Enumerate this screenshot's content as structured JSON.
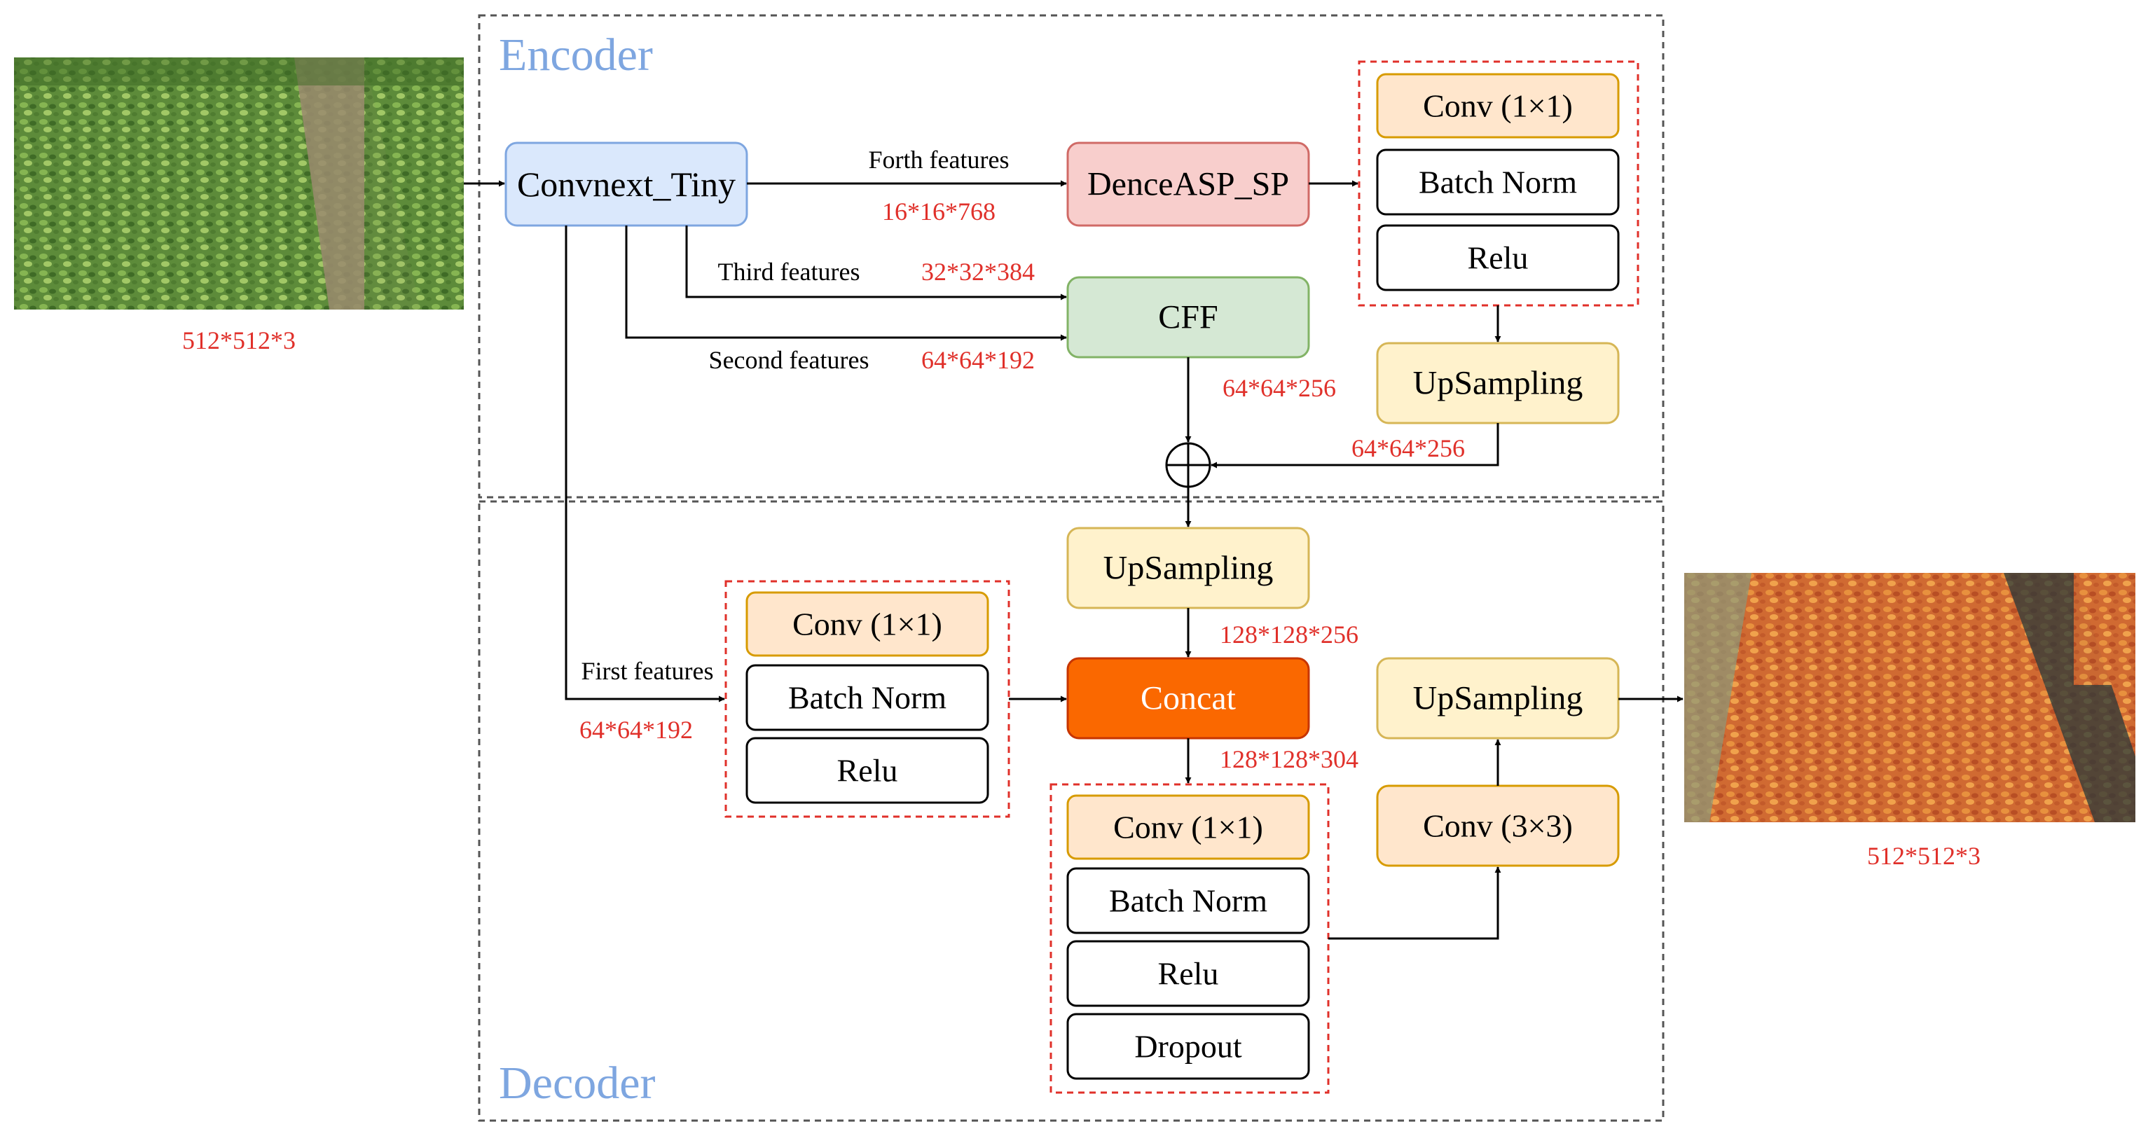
{
  "sections": {
    "encoder": "Encoder",
    "decoder": "Decoder"
  },
  "input_image": {
    "caption": "512*512*3"
  },
  "output_image": {
    "caption": "512*512*3"
  },
  "encoder": {
    "backbone": "Convnext_Tiny",
    "aspp": "DenceASP_SP",
    "cff": "CFF",
    "aspp_block": [
      "Conv (1×1)",
      "Batch Norm",
      "Relu"
    ],
    "upsampling": "UpSampling",
    "forth_label": "Forth features",
    "forth_dim": "16*16*768",
    "third_label": "Third features",
    "third_dim": "32*32*384",
    "second_label": "Second features",
    "second_dim": "64*64*192",
    "cff_dim": "64*64*256",
    "up_dim": "64*64*256"
  },
  "decoder": {
    "upsampling_top": "UpSampling",
    "up_dim": "128*128*256",
    "concat": "Concat",
    "concat_dim": "128*128*304",
    "first_label": "First features",
    "first_dim": "64*64*192",
    "low_block": [
      "Conv (1×1)",
      "Batch Norm",
      "Relu"
    ],
    "head_block": [
      "Conv (1×1)",
      "Batch Norm",
      "Relu",
      "Dropout"
    ],
    "conv3": "Conv (3×3)",
    "upsampling_out": "UpSampling"
  },
  "colors": {
    "blue_fill": "#dae8fc",
    "blue_stroke": "#7ea6e0",
    "red_fill": "#f8cecc",
    "red_stroke": "#d06a66",
    "green_fill": "#d5e8d4",
    "green_stroke": "#82b366",
    "orange_fill": "#ffe6cc",
    "orange_stroke": "#d79b00",
    "yellow_fill": "#fff2cc",
    "yellow_stroke": "#d6b656",
    "concat_fill": "#fa6800",
    "concat_stroke": "#c73500",
    "dim_text": "#e0302a",
    "section_text": "#7ea6e0"
  }
}
